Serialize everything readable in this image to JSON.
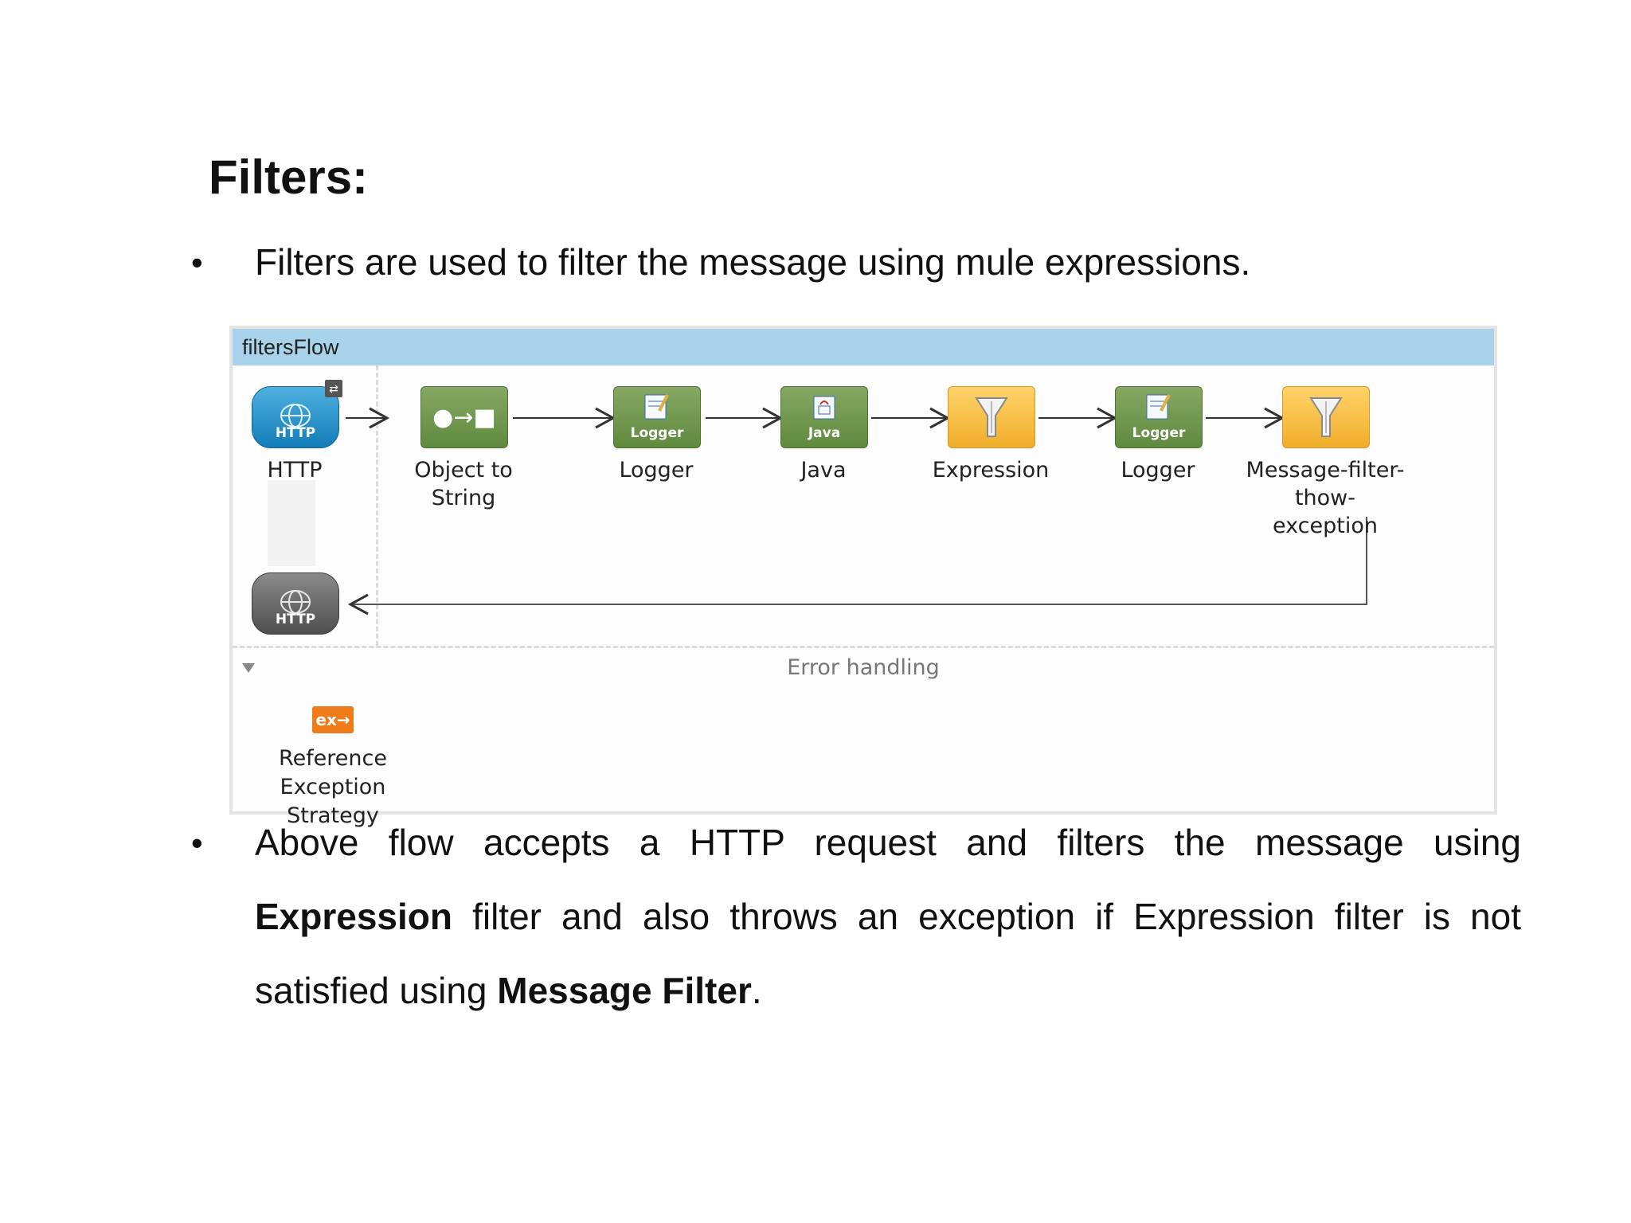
{
  "slide": {
    "title": "Filters:"
  },
  "bullets": [
    {
      "text": "Filters are used to filter the message using mule expressions."
    },
    {
      "segments": [
        {
          "text": "Above flow accepts a HTTP request and filters the message using ",
          "bold": false
        },
        {
          "text": "Expression",
          "bold": true
        },
        {
          "text": " filter and also throws an exception if Expression filter is not satisfied using ",
          "bold": false
        },
        {
          "text": "Message Filter",
          "bold": true
        },
        {
          "text": ".",
          "bold": false
        }
      ]
    }
  ],
  "flow": {
    "name": "filtersFlow",
    "nodes": [
      {
        "label": "HTTP",
        "icon_text": "HTTP",
        "icon": "http-globe-icon",
        "color": "#1a86c4"
      },
      {
        "label": "Object to String",
        "icon_text": "●→■",
        "icon": "object-to-string-icon",
        "color": "#6a9446"
      },
      {
        "label": "Logger",
        "icon_text": "Logger",
        "icon": "logger-icon",
        "color": "#6a9446"
      },
      {
        "label": "Java",
        "icon_text": "Java",
        "icon": "java-icon",
        "color": "#6a9446"
      },
      {
        "label": "Expression",
        "icon_text": "",
        "icon": "filter-funnel-icon",
        "color": "#f5b533"
      },
      {
        "label": "Logger",
        "icon_text": "Logger",
        "icon": "logger-icon",
        "color": "#6a9446"
      },
      {
        "label": "Message-filter-\nthow-exception",
        "icon_text": "",
        "icon": "filter-funnel-icon",
        "color": "#f5b533"
      }
    ],
    "response_node": {
      "icon_text": "HTTP",
      "icon": "http-globe-icon",
      "color": "#5a5a5a"
    },
    "error_handling": {
      "title": "Error handling",
      "strategy_icon_text": "ex→",
      "strategy_label": "Reference\nException Strategy"
    }
  }
}
